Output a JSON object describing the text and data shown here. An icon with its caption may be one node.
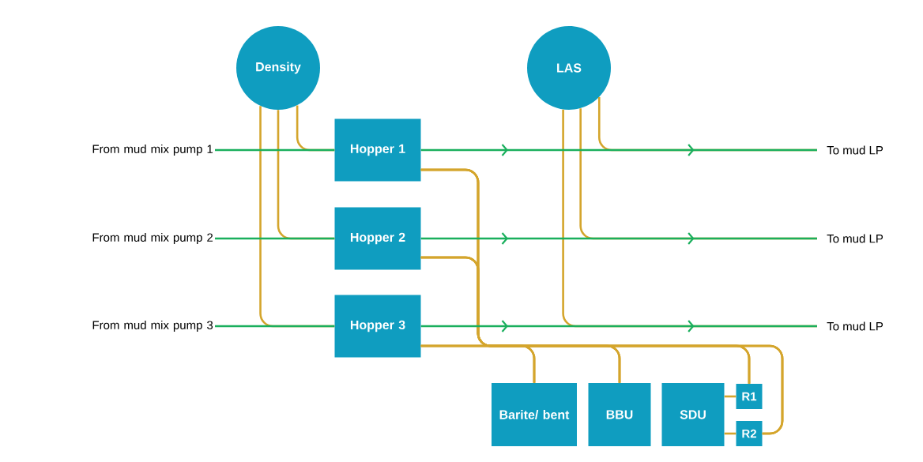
{
  "diagram": {
    "nodes": [
      {
        "text": [
          "From mud mix pump 1"
        ]
      },
      {
        "text": [
          "From mud mix pump 2"
        ]
      },
      {
        "text": [
          "From mud mix pump 3"
        ]
      },
      {
        "text": [
          "Density"
        ]
      },
      {
        "text": [
          "LAS"
        ]
      },
      {
        "text": [
          "Hopper 1"
        ]
      },
      {
        "text": [
          "Hopper 2"
        ]
      },
      {
        "text": [
          "Hopper 3"
        ]
      },
      {
        "text": [
          "To mud LP"
        ]
      },
      {
        "text": [
          "To mud LP"
        ]
      },
      {
        "text": [
          "To mud LP"
        ]
      },
      {
        "text": [
          "Barite/ bent"
        ]
      },
      {
        "text": [
          "BBU"
        ]
      },
      {
        "text": [
          "SDU"
        ]
      },
      {
        "text": [
          "R1"
        ]
      },
      {
        "text": [
          "R2"
        ]
      }
    ],
    "edges": [
      {
        "from": 0,
        "to": 5,
        "arrow": "none",
        "color": "#1aaf5d"
      },
      {
        "from": 1,
        "to": 6,
        "arrow": "none",
        "color": "#1aaf5d"
      },
      {
        "from": 2,
        "to": 7,
        "arrow": "none",
        "color": "#1aaf5d"
      },
      {
        "from": 5,
        "to": 8,
        "arrow": "to",
        "color": "#1aaf5d"
      },
      {
        "from": 6,
        "to": 9,
        "arrow": "to",
        "color": "#1aaf5d"
      },
      {
        "from": 7,
        "to": 10,
        "arrow": "to",
        "color": "#1aaf5d"
      },
      {
        "from": 3,
        "to": 5,
        "arrow": "none"
      },
      {
        "from": 3,
        "to": 6,
        "arrow": "none"
      },
      {
        "from": 3,
        "to": 7,
        "arrow": "none"
      },
      {
        "from": 4,
        "to": 8,
        "arrow": "none"
      },
      {
        "from": 4,
        "to": 9,
        "arrow": "none"
      },
      {
        "from": 4,
        "to": 10,
        "arrow": "none"
      },
      {
        "from": 5,
        "to": 11,
        "arrow": "none"
      },
      {
        "from": 5,
        "to": 12,
        "arrow": "none"
      },
      {
        "from": 5,
        "to": 14,
        "arrow": "none"
      },
      {
        "from": 5,
        "to": 15,
        "arrow": "none"
      },
      {
        "from": 6,
        "to": 11,
        "arrow": "none"
      },
      {
        "from": 6,
        "to": 12,
        "arrow": "none"
      },
      {
        "from": 6,
        "to": 14,
        "arrow": "none"
      },
      {
        "from": 6,
        "to": 15,
        "arrow": "none"
      },
      {
        "from": 7,
        "to": 11,
        "arrow": "none"
      },
      {
        "from": 7,
        "to": 12,
        "arrow": "none"
      },
      {
        "from": 7,
        "to": 14,
        "arrow": "none"
      },
      {
        "from": 7,
        "to": 15,
        "arrow": "none"
      },
      {
        "from": 13,
        "to": 14,
        "arrow": "none"
      },
      {
        "from": 13,
        "to": 15,
        "arrow": "none"
      }
    ]
  }
}
